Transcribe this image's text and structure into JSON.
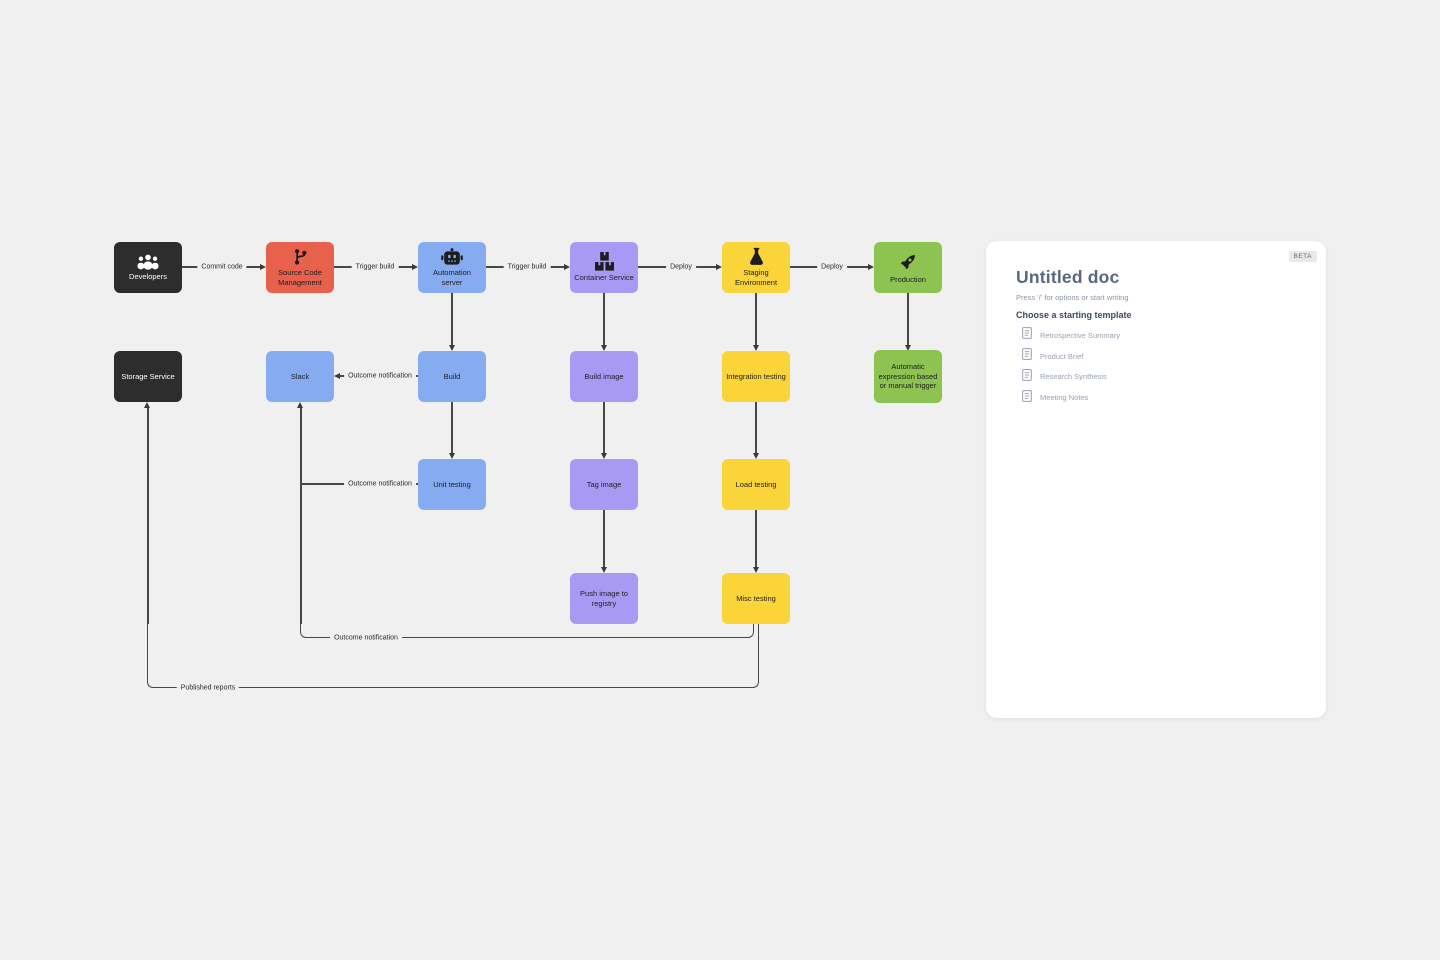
{
  "colors": {
    "canvas_background": "#f0f0f0",
    "panel_background": "#ffffff",
    "connector": "#474747",
    "node_dark": "#2d2d2d",
    "node_red": "#e8614d",
    "node_blue": "#86abf1",
    "node_purple": "#a89af4",
    "node_yellow": "#fbd43a",
    "node_green": "#8cc351",
    "doc_title_text": "#5a6780"
  },
  "diagram": {
    "nodes": {
      "developers": "Developers",
      "source_code_management": "Source Code Management",
      "automation_server": "Automation server",
      "container_service": "Container Service",
      "staging_environment": "Staging Environment",
      "production": "Production",
      "storage_service": "Storage Service",
      "slack": "Slack",
      "build": "Build",
      "build_image": "Build image",
      "integration_testing": "Integration testing",
      "automatic_trigger": "Automatic expression based or manual trigger",
      "unit_testing": "Unit testing",
      "tag_image": "Tag image",
      "load_testing": "Load testing",
      "push_image_to_registry": "Push image to registry",
      "misc_testing": "Misc testing"
    },
    "icons": {
      "developers": "people-group-icon",
      "source_code_management": "git-branch-icon",
      "automation_server": "robot-icon",
      "container_service": "stacked-boxes-icon",
      "staging_environment": "flask-icon",
      "production": "rocket-icon"
    },
    "edge_labels": {
      "commit_code": "Commit code",
      "trigger_build_1": "Trigger build",
      "trigger_build_2": "Trigger build",
      "deploy_1": "Deploy",
      "deploy_2": "Deploy",
      "outcome_notification_build": "Outcome notification",
      "outcome_notification_unit": "Outcome notification",
      "outcome_notification_misc": "Outcome notification",
      "published_reports": "Published reports"
    }
  },
  "doc_panel": {
    "beta_badge": "BETA",
    "title": "Untitled doc",
    "placeholder_hint": "Press '/' for options or start writing",
    "templates_heading": "Choose a starting template",
    "templates": [
      {
        "icon": "doc-template-icon",
        "label": "Retrospective Summary"
      },
      {
        "icon": "doc-template-icon",
        "label": "Product Brief"
      },
      {
        "icon": "doc-template-icon",
        "label": "Research Synthesis"
      },
      {
        "icon": "doc-template-icon",
        "label": "Meeting Notes"
      }
    ]
  }
}
